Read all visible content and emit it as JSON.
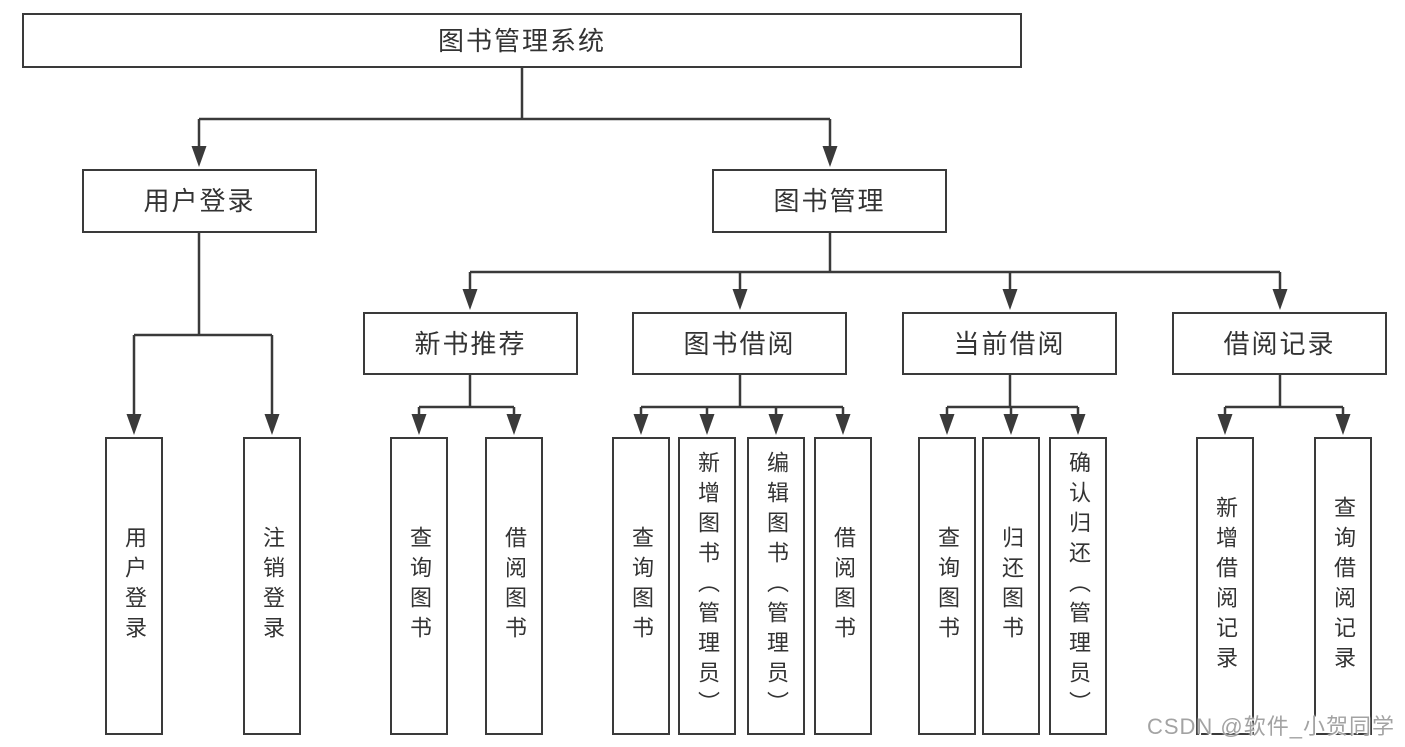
{
  "tree": {
    "root": {
      "label": "图书管理系统"
    },
    "branches": [
      {
        "label": "用户登录",
        "children": [
          {
            "label": "用户登录"
          },
          {
            "label": "注销登录"
          }
        ]
      },
      {
        "label": "图书管理",
        "children": [
          {
            "label": "新书推荐",
            "children": [
              {
                "label": "查询图书"
              },
              {
                "label": "借阅图书"
              }
            ]
          },
          {
            "label": "图书借阅",
            "children": [
              {
                "label": "查询图书"
              },
              {
                "label": "新增图书（管理员）"
              },
              {
                "label": "编辑图书（管理员）"
              },
              {
                "label": "借阅图书"
              }
            ]
          },
          {
            "label": "当前借阅",
            "children": [
              {
                "label": "查询图书"
              },
              {
                "label": "归还图书"
              },
              {
                "label": "确认归还（管理员）"
              }
            ]
          },
          {
            "label": "借阅记录",
            "children": [
              {
                "label": "新增借阅记录"
              },
              {
                "label": "查询借阅记录"
              }
            ]
          }
        ]
      }
    ]
  },
  "colors": {
    "line": "#3a3a3a",
    "text": "#333333",
    "watermark": "#a3a3a3",
    "background": "#ffffff"
  },
  "watermark": {
    "text": "CSDN @软件_小贺同学"
  }
}
